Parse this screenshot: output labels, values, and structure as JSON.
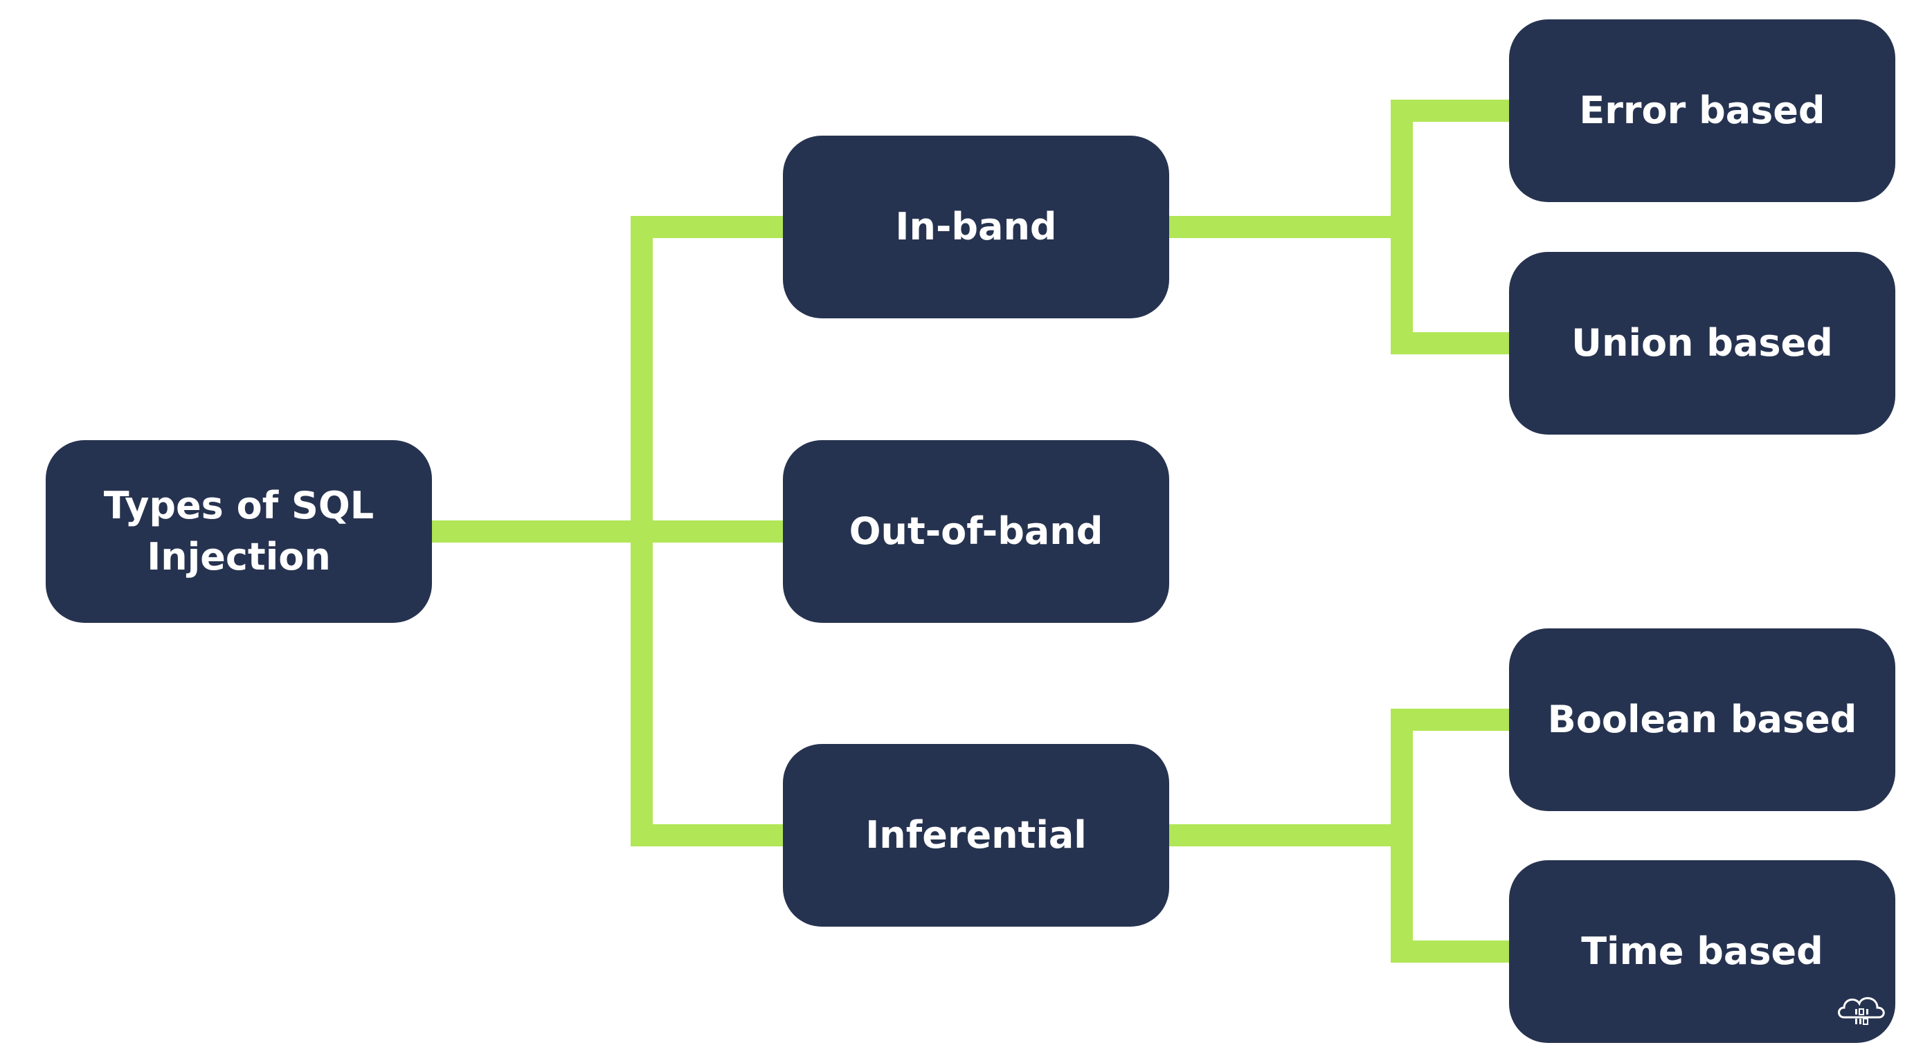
{
  "colors": {
    "node_fill": "#263350",
    "node_text": "#ffffff",
    "connector": "#b1e656",
    "background": "#ffffff"
  },
  "nodes": {
    "root": "Types of SQL Injection",
    "in_band": "In-band",
    "out_of_band": "Out-of-band",
    "inferential": "Inferential",
    "error_based": "Error based",
    "union_based": "Union based",
    "boolean_based": "Boolean based",
    "time_based": "Time based"
  },
  "edges": [
    {
      "from": "root",
      "to": "in_band"
    },
    {
      "from": "root",
      "to": "out_of_band"
    },
    {
      "from": "root",
      "to": "inferential"
    },
    {
      "from": "in_band",
      "to": "error_based"
    },
    {
      "from": "in_band",
      "to": "union_based"
    },
    {
      "from": "inferential",
      "to": "boolean_based"
    },
    {
      "from": "inferential",
      "to": "time_based"
    }
  ],
  "watermark_icon": "cloud-binary-icon"
}
